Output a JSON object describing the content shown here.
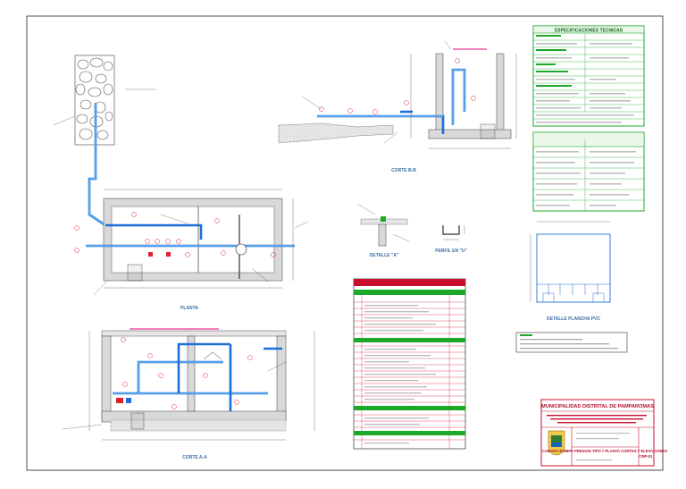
{
  "views": {
    "planta": {
      "title": "PLANTA"
    },
    "corte_aa": {
      "title": "CORTE A-A"
    },
    "corte_bb": {
      "title": "CORTE B-B"
    },
    "detalle_a": {
      "title": "DETALLE \"A\""
    },
    "perfil_u": {
      "title": "PERFIL EN \"U\""
    },
    "detalle_pvc": {
      "title": "DETALLE PLANCHA PVC"
    }
  },
  "specs": {
    "title": "ESPECIFICACIONES TECNICAS"
  },
  "title_block": {
    "municipality": "MUNICIPALIDAD DISTRITAL DE PAMPAROMAS",
    "sheet_code": "CRP-01",
    "drawing_title": "CAMARA ROMPE PRESION TIPO 7 PLANTA CORTES Y ELEVACIONES"
  },
  "colors": {
    "pipe": "#1a6fd8",
    "green_frame": "#1ea82a",
    "red_frame": "#c8102e",
    "magenta": "#e0007a"
  }
}
